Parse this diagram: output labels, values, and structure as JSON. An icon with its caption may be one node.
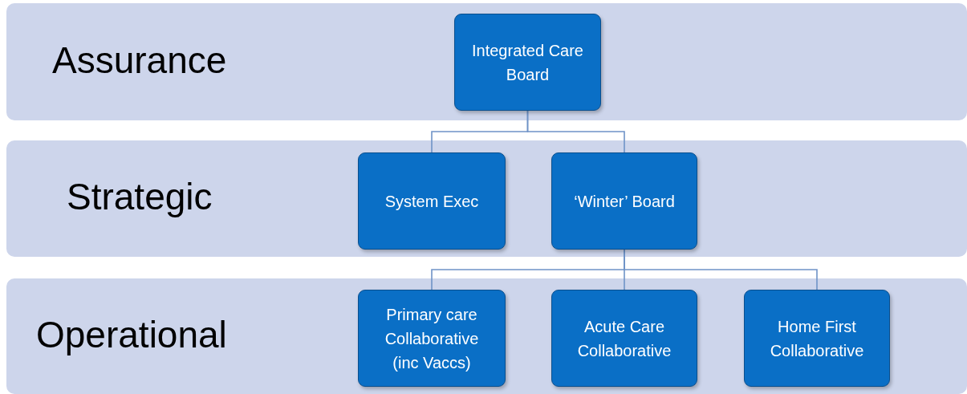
{
  "diagram": {
    "nodes": [
      {
        "text": [
          "Assurance"
        ]
      },
      {
        "text": [
          "Integrated Care Board"
        ],
        "in": 0
      },
      {
        "text": [
          "Strategic"
        ]
      },
      {
        "text": [
          "System Exec"
        ],
        "in": 2
      },
      {
        "text": [
          "‘Winter’ Board"
        ],
        "in": 2
      },
      {
        "text": [
          "Operational"
        ]
      },
      {
        "text": [
          "Primary care Collaborative (inc Vaccs)"
        ],
        "in": 5
      },
      {
        "text": [
          "Acute Care Collaborative"
        ],
        "in": 5
      },
      {
        "text": [
          "Home First Collaborative"
        ],
        "in": 5
      }
    ],
    "edges": [
      {
        "from": 1,
        "to": 3,
        "arrow": "none"
      },
      {
        "from": 1,
        "to": 4,
        "arrow": "none"
      },
      {
        "from": 4,
        "to": 6,
        "arrow": "none"
      },
      {
        "from": 4,
        "to": 7,
        "arrow": "none"
      },
      {
        "from": 4,
        "to": 8,
        "arrow": "none"
      }
    ]
  }
}
